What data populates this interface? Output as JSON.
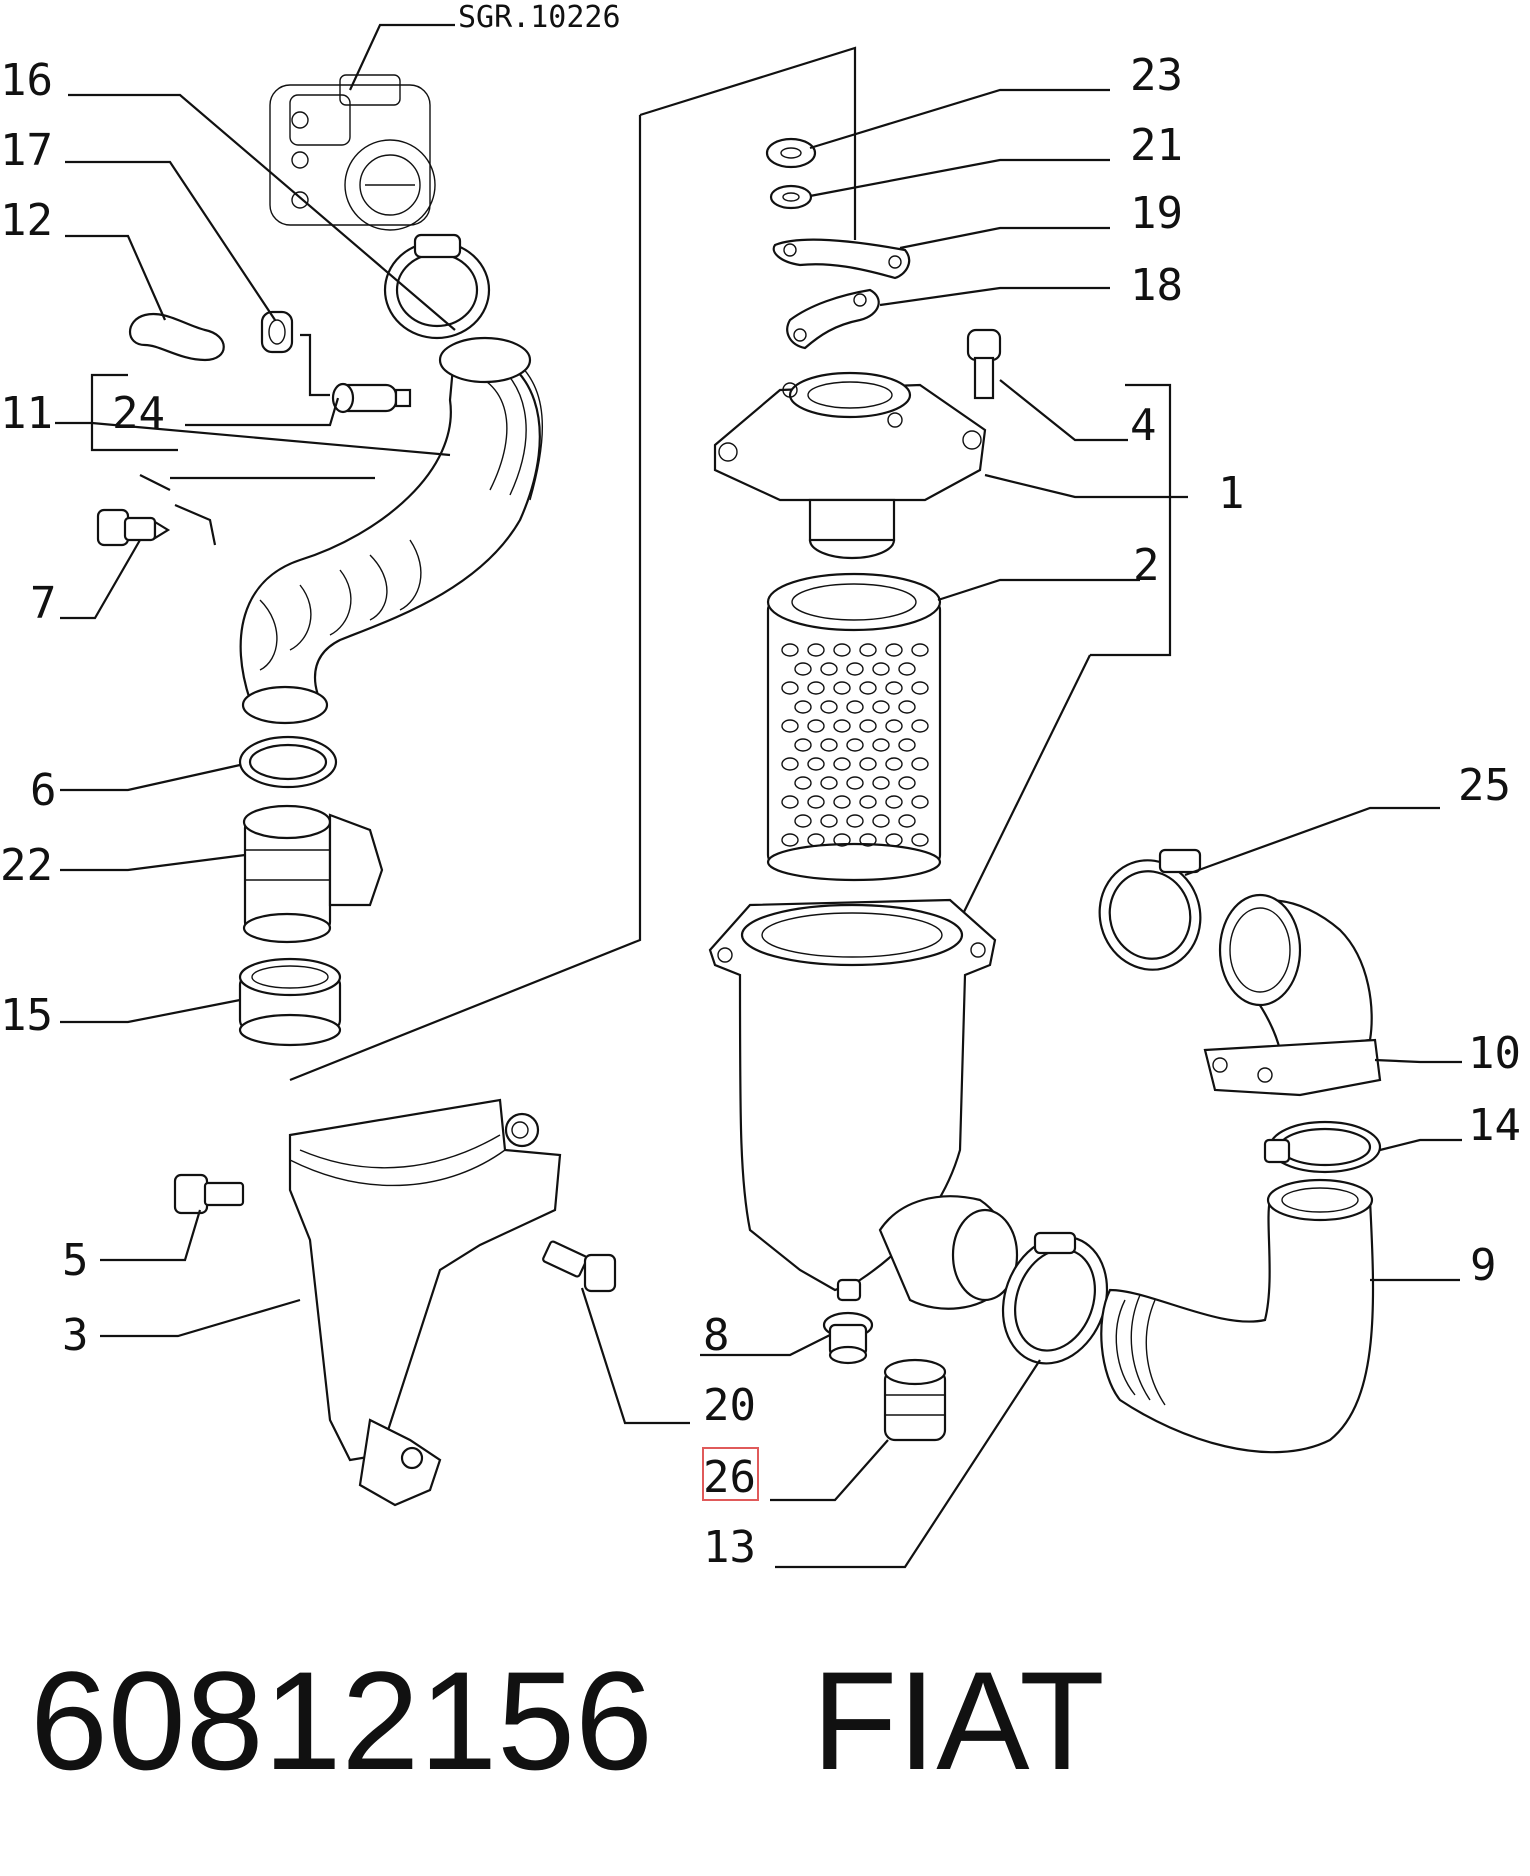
{
  "reference": "SGR.10226",
  "callouts": {
    "c1": "1",
    "c2": "2",
    "c3": "3",
    "c4": "4",
    "c5": "5",
    "c6": "6",
    "c7": "7",
    "c8": "8",
    "c9": "9",
    "c10": "10",
    "c11": "11",
    "c12": "12",
    "c13": "13",
    "c14": "14",
    "c15": "15",
    "c16": "16",
    "c17": "17",
    "c18": "18",
    "c19": "19",
    "c20": "20",
    "c21": "21",
    "c22": "22",
    "c23": "23",
    "c24": "24",
    "c25": "25",
    "c26": "26"
  },
  "highlighted_callout": "26",
  "footer": {
    "part_number": "60812156",
    "brand": "FIAT"
  }
}
